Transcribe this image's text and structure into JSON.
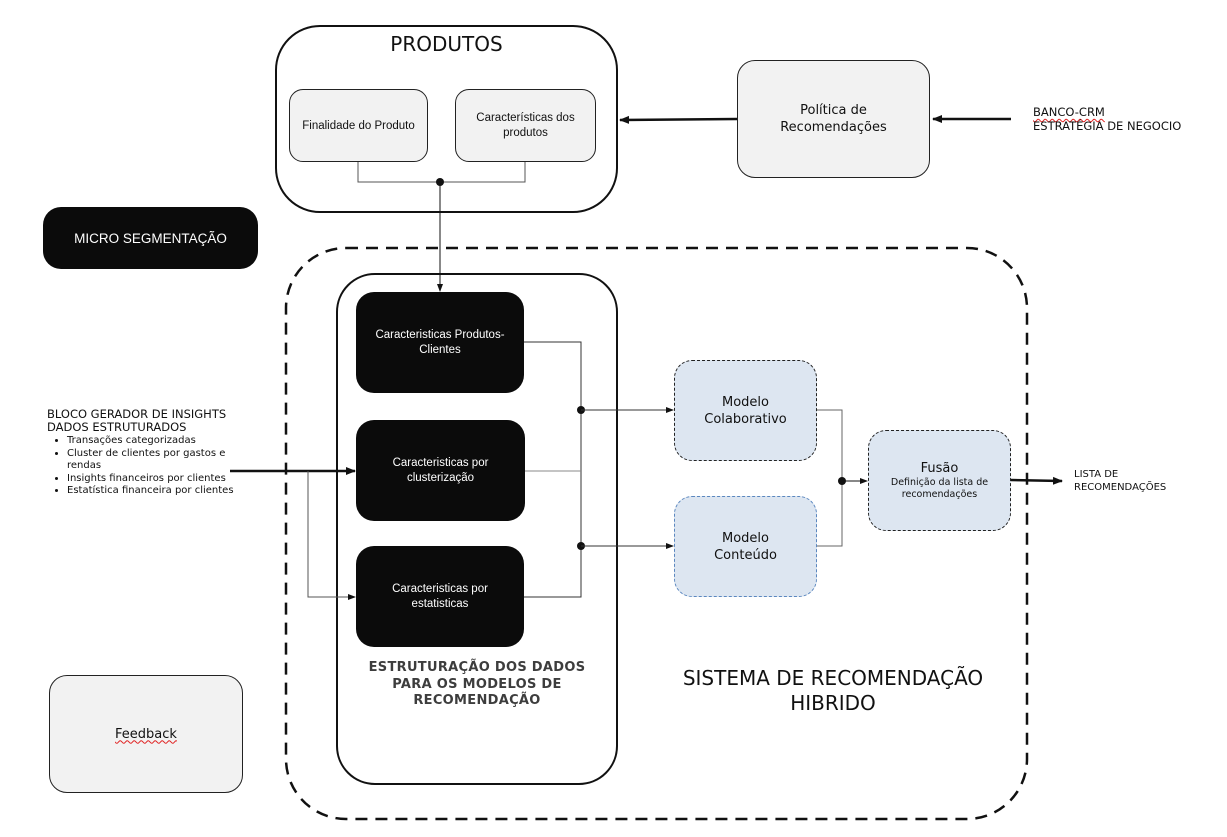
{
  "produtos": {
    "title": "PRODUTOS",
    "finalidade": "Finalidade do Produto",
    "caracteristicas_line1": "Características dos",
    "caracteristicas_line2": "produtos"
  },
  "politica": {
    "line1": "Política de",
    "line2": "Recomendações"
  },
  "banco": {
    "line1": "BANCO-CRM",
    "line2": "ESTRATÉGIA DE NEGOCIO"
  },
  "micro_segmentacao": "MICRO SEGMENTAÇÃO",
  "bloco": {
    "title1": "BLOCO GERADOR DE INSIGHTS",
    "title2": "DADOS ESTRUTURADOS",
    "items": [
      "Transações categorizadas",
      "Cluster de clientes por gastos e rendas",
      "Insights financeiros por clientes",
      "Estatística financeira por clientes"
    ]
  },
  "estruturacao": {
    "box1_line1": "Caracteristicas Produtos-",
    "box1_line2": "Clientes",
    "box2_line1": "Caracteristicas por",
    "box2_line2": "clusterização",
    "box3_line1": "Caracteristicas por",
    "box3_line2": "estatisticas",
    "label_line1": "ESTRUTURAÇÃO DOS DADOS",
    "label_line2": "PARA OS MODELOS DE",
    "label_line3": "RECOMENDAÇÃO"
  },
  "modelos": {
    "colaborativo_line1": "Modelo",
    "colaborativo_line2": "Colaborativo",
    "conteudo_line1": "Modelo",
    "conteudo_line2": "Conteúdo"
  },
  "fusao": {
    "title": "Fusão",
    "sub_line1": "Definição da lista de",
    "sub_line2": "recomendações"
  },
  "output": {
    "line1": "LISTA DE",
    "line2": "RECOMENDAÇÕES"
  },
  "sistema": {
    "line1": "SISTEMA DE RECOMENDAÇÃO",
    "line2": "HIBRIDO"
  },
  "feedback": "Feedback"
}
